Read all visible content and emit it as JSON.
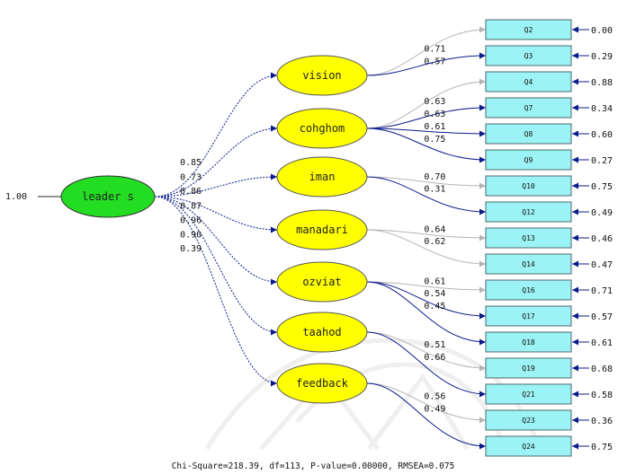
{
  "model": {
    "exogenous": {
      "name": "leader s",
      "variance": "1.00",
      "color": "#22dd22"
    },
    "latent_color": "#ffff00",
    "indicator_color": "#9cf3f6",
    "path_color": "#0b1b8c",
    "weak_path_color": "#b4b4b4",
    "latents": [
      {
        "name": "vision",
        "loading": "0.85"
      },
      {
        "name": "cohghom",
        "loading": "0.73"
      },
      {
        "name": "iman",
        "loading": "0.86"
      },
      {
        "name": "manadari",
        "loading": "0.87"
      },
      {
        "name": "ozviat",
        "loading": "0.96"
      },
      {
        "name": "taahod",
        "loading": "0.90"
      },
      {
        "name": "feedback",
        "loading": "0.39"
      }
    ],
    "indicators": [
      {
        "name": "Q2",
        "error": "0.00",
        "from": 0,
        "loading": "0.71",
        "weak": true
      },
      {
        "name": "Q3",
        "error": "0.29",
        "from": 0,
        "loading": "0.57",
        "weak": false
      },
      {
        "name": "Q4",
        "error": "0.88",
        "from": 1,
        "loading": "0.63",
        "weak": true
      },
      {
        "name": "Q7",
        "error": "0.34",
        "from": 1,
        "loading": "0.63",
        "weak": false
      },
      {
        "name": "Q8",
        "error": "0.60",
        "from": 1,
        "loading": "0.61",
        "weak": false
      },
      {
        "name": "Q9",
        "error": "0.27",
        "from": 1,
        "loading": "0.75",
        "weak": false
      },
      {
        "name": "Q10",
        "error": "0.75",
        "from": 2,
        "loading": "0.70",
        "weak": true
      },
      {
        "name": "Q12",
        "error": "0.49",
        "from": 2,
        "loading": "0.31",
        "weak": false
      },
      {
        "name": "Q13",
        "error": "0.46",
        "from": 3,
        "loading": "0.64",
        "weak": true
      },
      {
        "name": "Q14",
        "error": "0.47",
        "from": 3,
        "loading": "0.62",
        "weak": true
      },
      {
        "name": "Q16",
        "error": "0.71",
        "from": 4,
        "loading": "0.61",
        "weak": true
      },
      {
        "name": "Q17",
        "error": "0.57",
        "from": 4,
        "loading": "0.54",
        "weak": false
      },
      {
        "name": "Q18",
        "error": "0.61",
        "from": 4,
        "loading": "0.45",
        "weak": false
      },
      {
        "name": "Q19",
        "error": "0.68",
        "from": 5,
        "loading": "0.51",
        "weak": true
      },
      {
        "name": "Q21",
        "error": "0.58",
        "from": 5,
        "loading": "0.66",
        "weak": false
      },
      {
        "name": "Q23",
        "error": "0.36",
        "from": 6,
        "loading": "0.56",
        "weak": true
      },
      {
        "name": "Q24",
        "error": "0.75",
        "from": 6,
        "loading": "0.49",
        "weak": false
      }
    ]
  },
  "fit_statistics": "Chi-Square=218.39, df=113, P-value=0.00000, RMSEA=0.075"
}
